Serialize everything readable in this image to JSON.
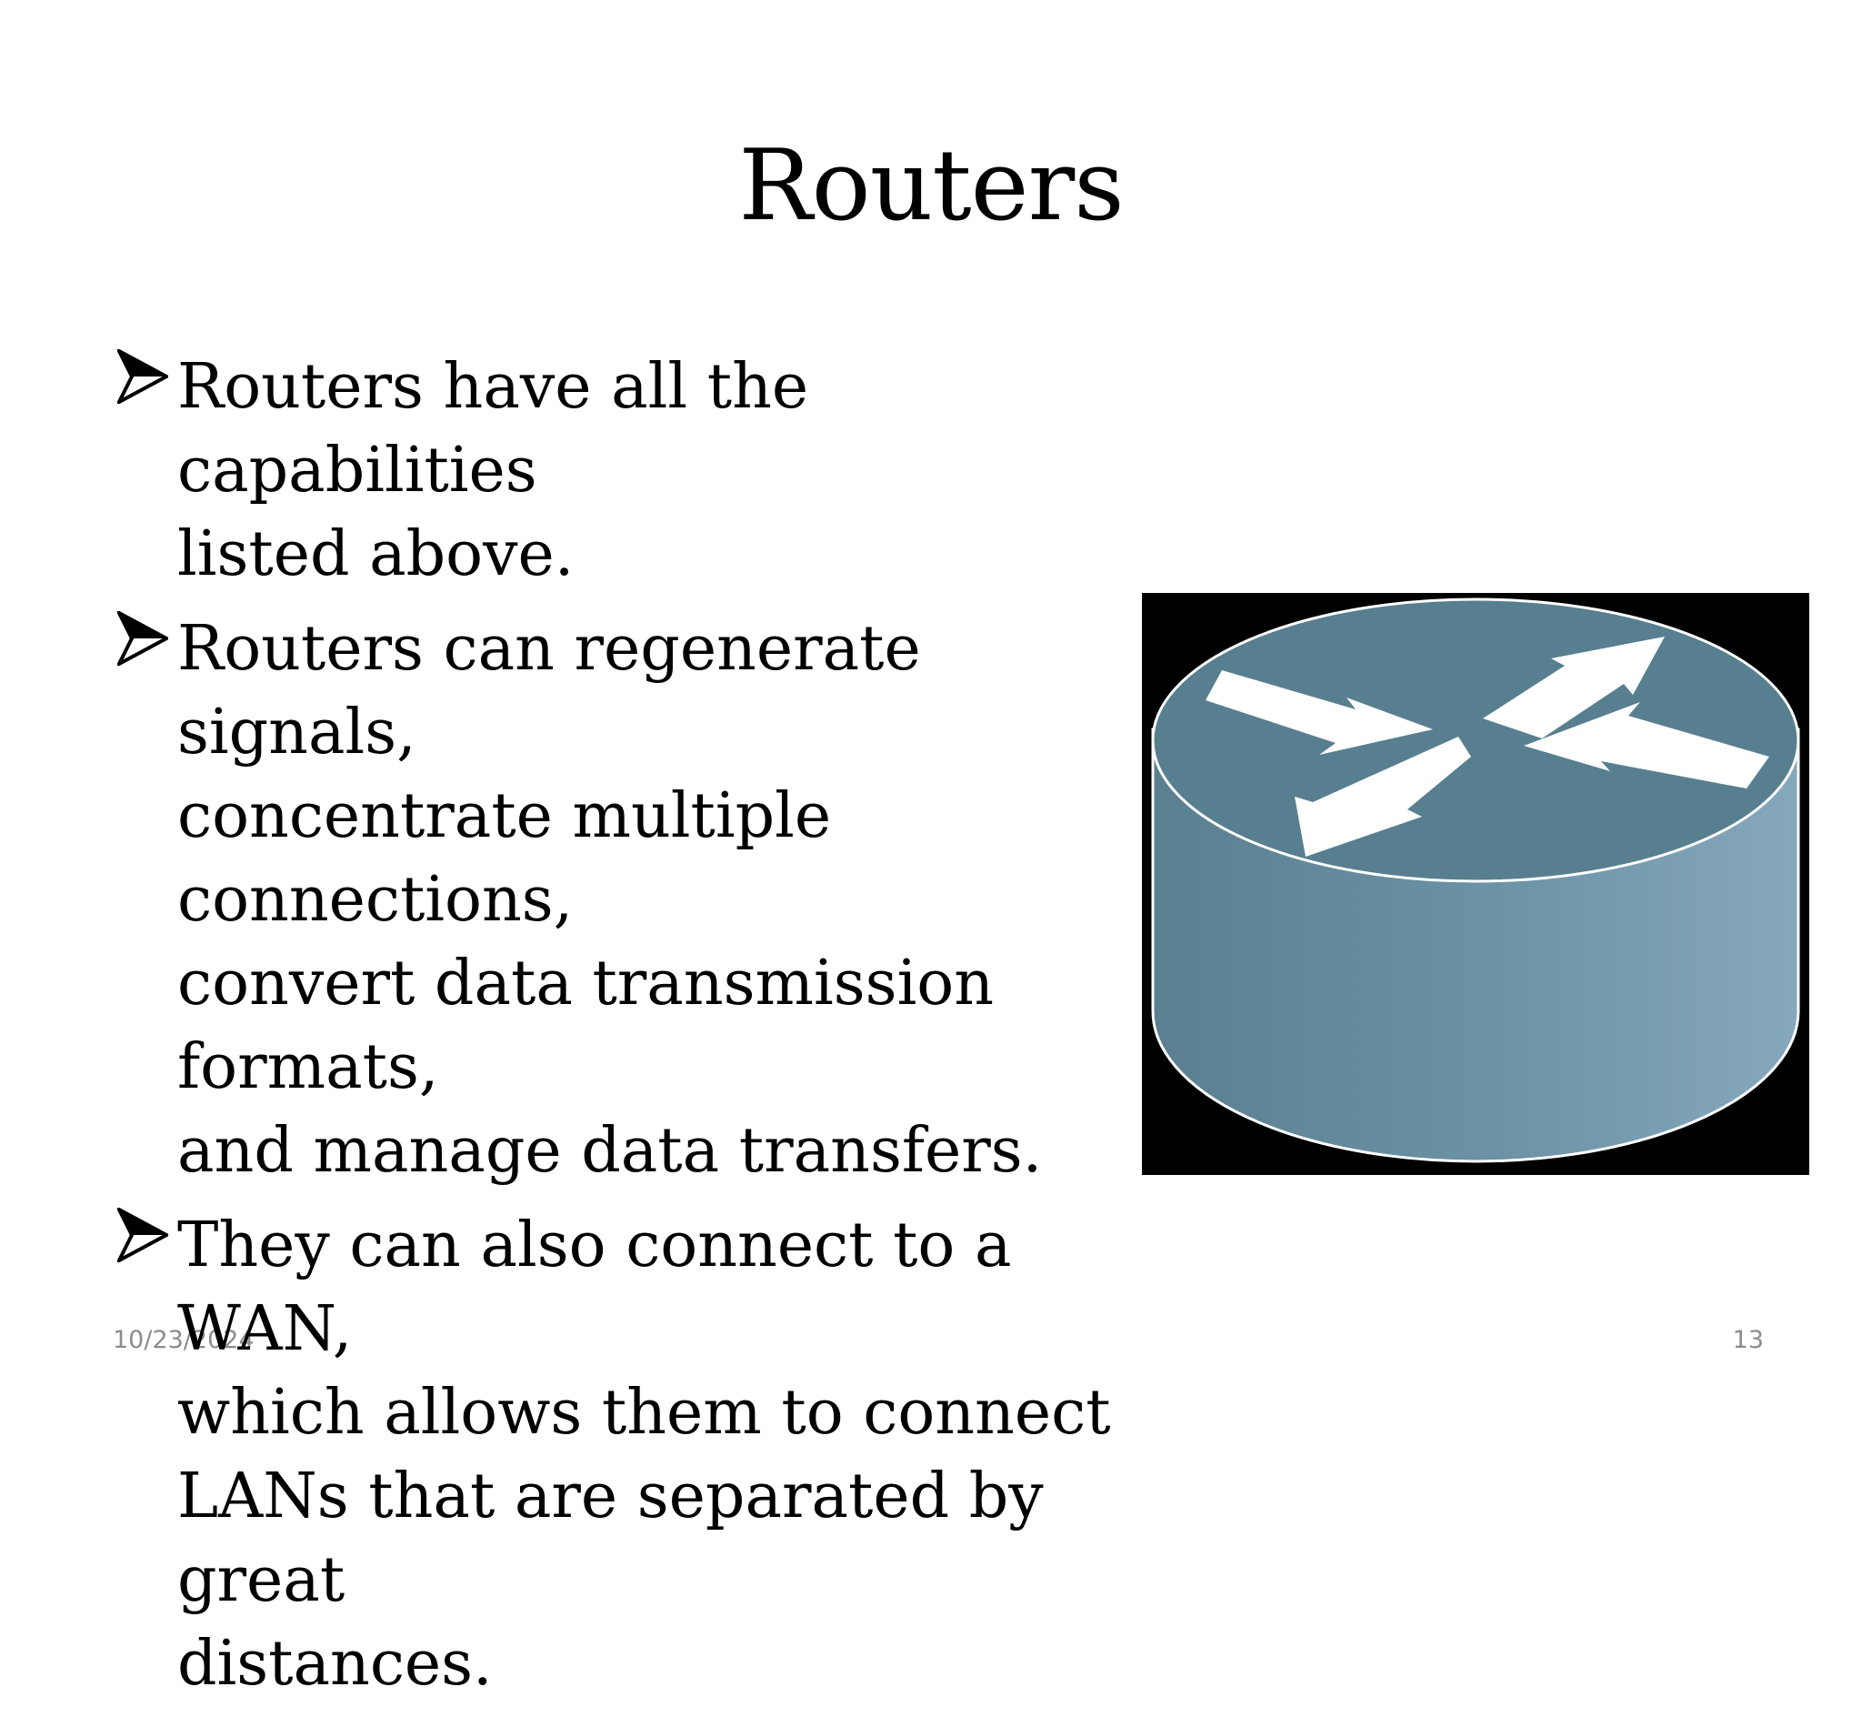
{
  "slide": {
    "title": "Routers",
    "bullets": [
      {
        "text": "Routers have all the capabilities\nlisted above."
      },
      {
        "text": "Routers can regenerate signals,\nconcentrate multiple connections,\nconvert data transmission formats,\nand manage data transfers."
      },
      {
        "text": "They can also connect to a WAN,\nwhich allows them to connect\nLANs that are separated by great\ndistances."
      }
    ],
    "image": {
      "icon": "router-icon"
    },
    "footer": {
      "date": "10/23/2024",
      "page_number": "13"
    }
  },
  "colors": {
    "background": "#ffffff",
    "text": "#000000",
    "footer_text": "#8c8c8c",
    "router_top": "#587f8f",
    "router_side_light": "#85a7bb",
    "image_background": "#000000"
  }
}
